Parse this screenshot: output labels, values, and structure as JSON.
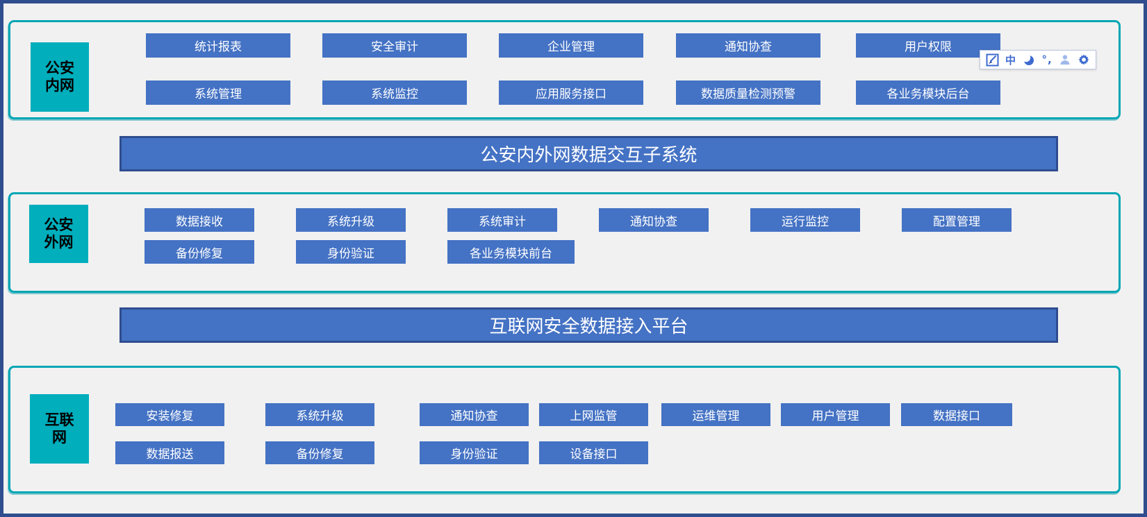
{
  "colors": {
    "background": "#f1f1f1",
    "frame_border": "#2f4d8f",
    "section_border_teal": "#00a6b5",
    "network_label_fill": "#00aebc",
    "module_button_fill": "#4472c4",
    "module_button_text": "#ffffff",
    "platform_bar_fill": "#4472c4",
    "platform_bar_border": "#2f4d8f",
    "ime_icon_blue": "#3e6ad0",
    "ime_person_blue": "#9fb9ea"
  },
  "sections": {
    "intranet": {
      "label": "公安内网",
      "label_line1": "公安",
      "label_line2": "内网",
      "row1": [
        "统计报表",
        "安全审计",
        "企业管理",
        "通知协查",
        "用户权限"
      ],
      "row2": [
        "系统管理",
        "系统监控",
        "应用服务接口",
        "数据质量检测预警",
        "各业务模块后台"
      ]
    },
    "extranet": {
      "label": "公安外网",
      "label_line1": "公安",
      "label_line2": "外网",
      "row1": [
        "数据接收",
        "系统升级",
        "系统审计",
        "通知协查",
        "运行监控",
        "配置管理"
      ],
      "row2": [
        "备份修复",
        "身份验证",
        "各业务模块前台"
      ]
    },
    "internet": {
      "label": "互联网",
      "label_line1": "互联",
      "label_line2": "网",
      "row1": [
        "安装修复",
        "系统升级",
        "通知协查",
        "上网监管",
        "运维管理",
        "用户管理",
        "数据接口"
      ],
      "row2": [
        "数据报送",
        "备份修复",
        "身份验证",
        "设备接口"
      ]
    }
  },
  "bars": {
    "bar1": "公安内外网数据交互子系统",
    "bar2": "互联网安全数据接入平台"
  },
  "ime": {
    "lang_mode": "中",
    "punctuation": "°,",
    "icons": [
      "ime-input-mode-pen-icon",
      "chinese-mode-indicator",
      "full-width-moon-icon",
      "punctuation-mode-icon",
      "ime-person-icon",
      "ime-settings-gear-icon"
    ]
  }
}
